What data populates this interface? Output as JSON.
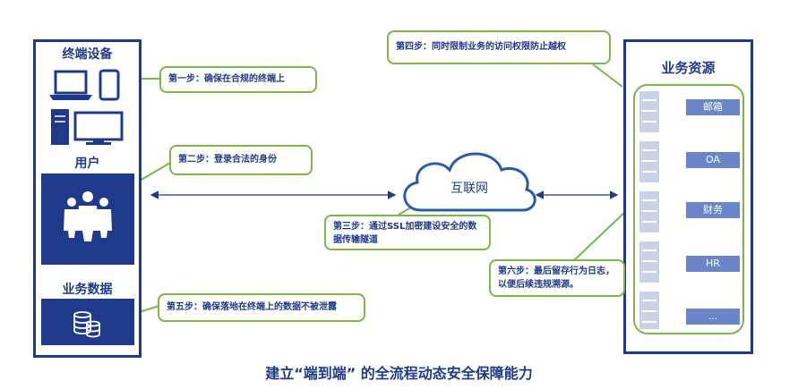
{
  "left_panel": {
    "devices_title": "终端设备",
    "users_title": "用户",
    "data_title": "业务数据"
  },
  "right_panel": {
    "title": "业务资源",
    "resources": [
      "邮箱",
      "OA",
      "财务",
      "HR",
      "..."
    ]
  },
  "internet_label": "互联网",
  "steps": {
    "step1": "第一步：确保在合规的终端上",
    "step2": "第二步：登录合法的身份",
    "step3": "第三步：通过SSL加密建设安全的数据传输隧道",
    "step4": "第四步：同时限制业务的访问权限防止越权",
    "step5": "第五步：确保落地在终端上的数据不被泄露",
    "step6": "第六步：最后留存行为日志，以便后续违规溯源。"
  },
  "footer": "建立“端到端” 的全流程动态安全保障能力",
  "colors": {
    "navy": "#1f3a8a",
    "green": "#7ab648",
    "label_blue": "#6a86c8",
    "cloud_stroke": "#2a5caa"
  }
}
